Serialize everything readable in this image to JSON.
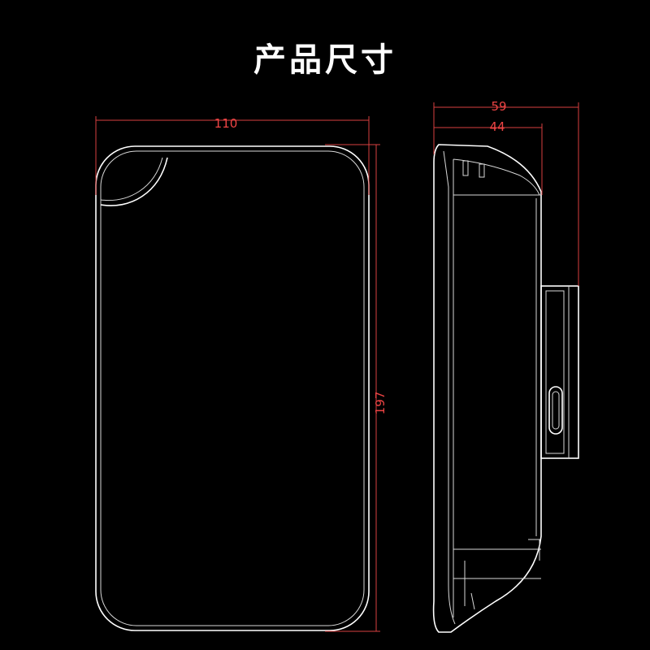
{
  "title": "产品尺寸",
  "dimensions": {
    "front_width": "110",
    "front_height": "197",
    "side_depth_total": "59",
    "side_depth_body": "44"
  },
  "colors": {
    "background": "#000000",
    "outline": "#ffffff",
    "dimension": "#ee4444"
  }
}
